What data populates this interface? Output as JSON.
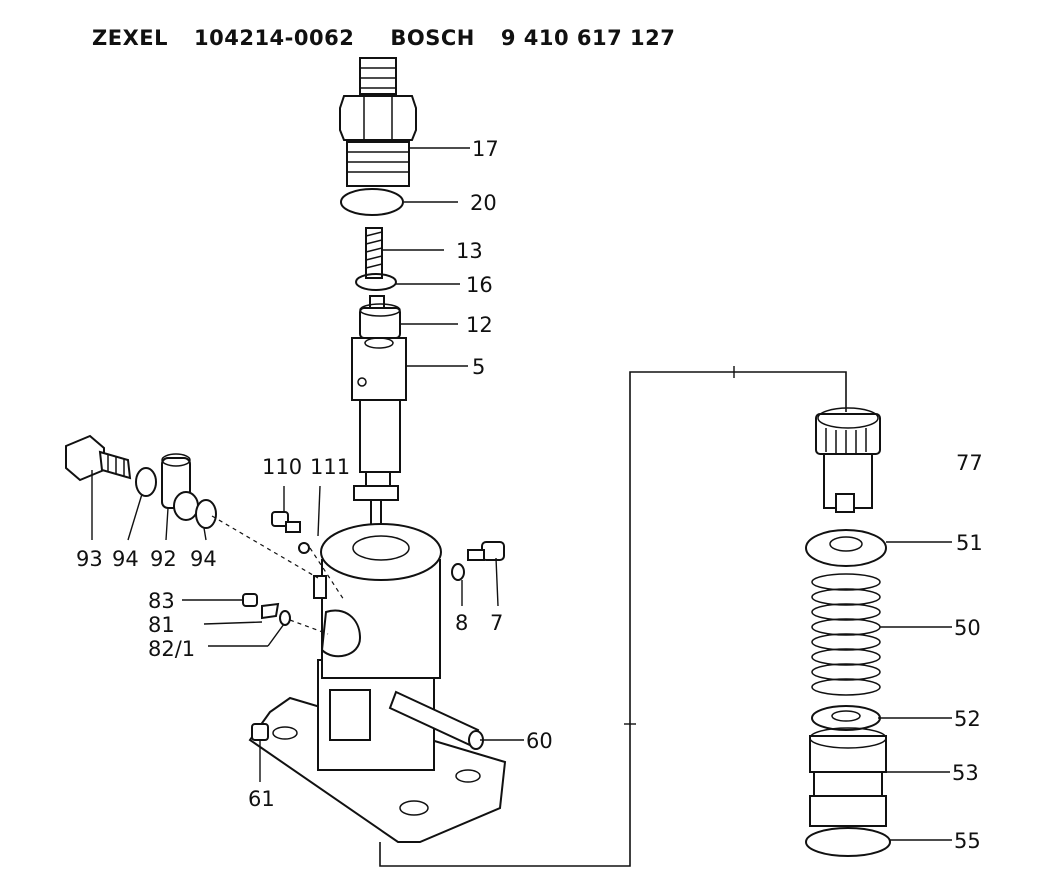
{
  "header": {
    "brand_1": "ZEXEL",
    "part_no_1": "104214-0062",
    "brand_2": "BOSCH",
    "part_no_2": "9 410 617 127"
  },
  "callouts": {
    "p17": "17",
    "p20": "20",
    "p13": "13",
    "p16": "16",
    "p12": "12",
    "p5": "5",
    "p110": "110",
    "p111": "111",
    "p93": "93",
    "p94a": "94",
    "p92": "92",
    "p94b": "94",
    "p8": "8",
    "p7": "7",
    "p83": "83",
    "p81": "81",
    "p82_1": "82/1",
    "p60": "60",
    "p61": "61",
    "p77": "77",
    "p51": "51",
    "p50": "50",
    "p52": "52",
    "p53": "53",
    "p55": "55"
  }
}
